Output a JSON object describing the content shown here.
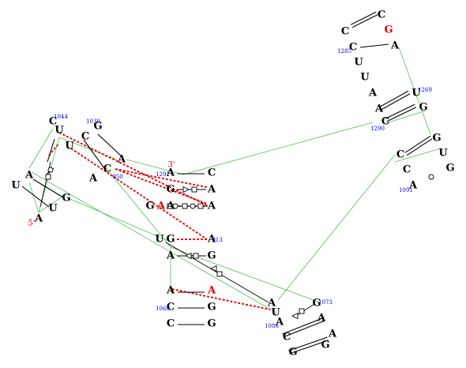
{
  "colors": {
    "nucleotide": "#000000",
    "highlight": "#dd0000",
    "number": "#0000cc",
    "backbone": "#55bb55",
    "pair": "#000000",
    "tertiary": "#dd0000"
  },
  "ends": {
    "five": "5'",
    "three": "3'"
  },
  "numbers": [
    "1044",
    "1039",
    "950",
    "1291",
    "913",
    "1068",
    "1086",
    "1073",
    "1285",
    "1269",
    "1290",
    "1091"
  ],
  "nucleotides": [
    "C",
    "U",
    "U",
    "G",
    "C",
    "A",
    "C",
    "A",
    "A",
    "U",
    "U",
    "G",
    "A",
    "A",
    "C",
    "G",
    "A",
    "G",
    "A",
    "A",
    "A",
    "U",
    "G",
    "A",
    "A",
    "G",
    "A",
    "A",
    "C",
    "G",
    "C",
    "G",
    "A",
    "U",
    "A",
    "G",
    "A",
    "A",
    "C",
    "G",
    "G",
    "C",
    "C",
    "C",
    "G",
    "A",
    "U",
    "U",
    "A",
    "A",
    "U",
    "C",
    "G",
    "C",
    "G",
    "C",
    "U",
    "G",
    "A",
    "U",
    "G"
  ],
  "highlighted": [
    18,
    27,
    44
  ]
}
